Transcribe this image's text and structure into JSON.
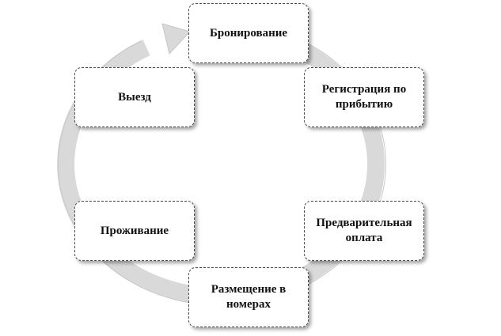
{
  "diagram": {
    "colors": {
      "ring": "#d9d9d9",
      "ring_edge": "#c4c4c4",
      "box_border": "#4a4a4a",
      "text": "#111111"
    },
    "nodes": [
      {
        "id": "booking",
        "label": "Бронирование"
      },
      {
        "id": "checkin",
        "label": "Регистрация по прибытию"
      },
      {
        "id": "prepay",
        "label": "Предварительная оплата"
      },
      {
        "id": "room",
        "label": "Размещение в номерах"
      },
      {
        "id": "stay",
        "label": "Проживание"
      },
      {
        "id": "checkout",
        "label": "Выезд"
      }
    ],
    "cycle_arrow": "arrow-icon"
  }
}
